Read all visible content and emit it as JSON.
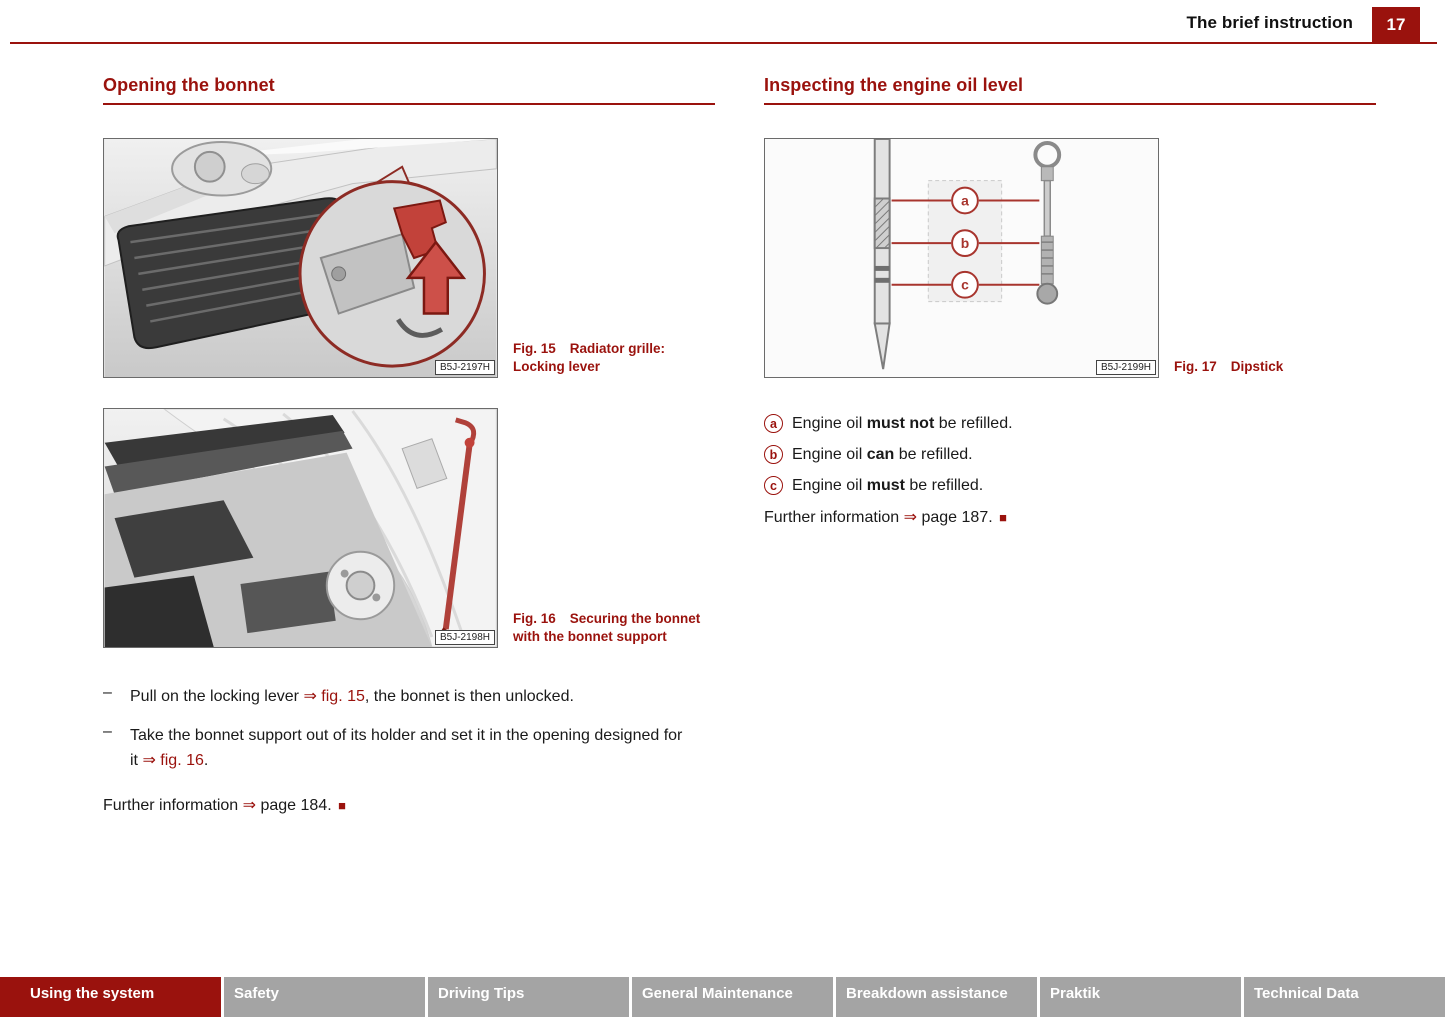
{
  "header": {
    "title": "The brief instruction",
    "page_number": "17"
  },
  "left_column": {
    "heading": "Opening the bonnet",
    "fig15": {
      "label": "Fig. 15",
      "caption_line1": "Radiator grille:",
      "caption_line2": "Locking lever",
      "image_code": "B5J-2197H"
    },
    "fig16": {
      "label": "Fig. 16",
      "caption_line1": "Securing the bonnet",
      "caption_line2": "with the bonnet support",
      "image_code": "B5J-2198H"
    },
    "steps": [
      {
        "bullet": "–",
        "text_before": "Pull on the locking lever ",
        "reference": "⇒ fig. 15",
        "text_after": ", the bonnet is then unlocked."
      },
      {
        "bullet": "–",
        "text_before": "Take the bonnet support out of its holder and set it in the opening designed for it ",
        "reference": "⇒ fig. 16",
        "text_after": "."
      }
    ],
    "further_info": {
      "text": "Further information",
      "arrow": "⇒",
      "page_ref": "page 184.",
      "end_marker": "■"
    }
  },
  "right_column": {
    "heading": "Inspecting the engine oil level",
    "fig17": {
      "label": "Fig. 17",
      "caption_line1": "Dipstick",
      "image_code": "B5J-2199H"
    },
    "diagram_labels": [
      "a",
      "b",
      "c"
    ],
    "oil_levels": [
      {
        "letter": "a",
        "text_before": "Engine oil ",
        "emphasis": "must not",
        "text_after": " be refilled."
      },
      {
        "letter": "b",
        "text_before": "Engine oil ",
        "emphasis": "can",
        "text_after": " be refilled."
      },
      {
        "letter": "c",
        "text_before": "Engine oil ",
        "emphasis": "must",
        "text_after": " be refilled."
      }
    ],
    "further_info": {
      "text": "Further information",
      "arrow": "⇒",
      "page_ref": "page 187.",
      "end_marker": "■"
    }
  },
  "footer": {
    "tabs": [
      {
        "label": "Using the system",
        "active": true
      },
      {
        "label": "Safety",
        "active": false
      },
      {
        "label": "Driving Tips",
        "active": false
      },
      {
        "label": "General Maintenance",
        "active": false
      },
      {
        "label": "Breakdown assistance",
        "active": false
      },
      {
        "label": "Praktik",
        "active": false
      },
      {
        "label": "Technical Data",
        "active": false
      }
    ]
  },
  "colors": {
    "accent_red": "#9a120d",
    "footer_gray": "#a4a4a4"
  }
}
